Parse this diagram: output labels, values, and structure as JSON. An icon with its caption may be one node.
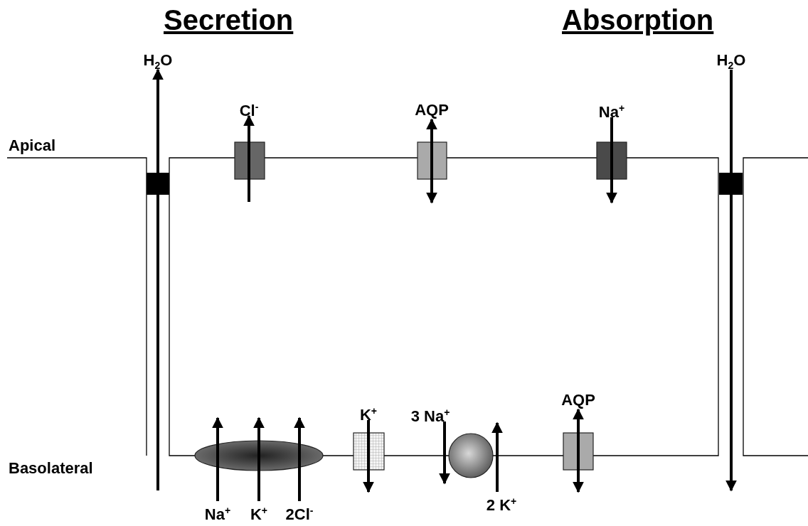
{
  "diagram": {
    "nodes": [
      {
        "text": [
          "H$_{2}$O"
        ]
      },
      {
        "text": [
          "Cl$^{-}$"
        ]
      },
      {
        "text": [
          "AQP"
        ]
      },
      {
        "text": [
          "Na$^{+}$"
        ]
      },
      {
        "text": [
          "H$_{2}$O"
        ]
      },
      {
        "text": [
          "Na$^{+}$"
        ]
      },
      {
        "text": [
          "K$^{+}$"
        ]
      },
      {
        "text": [
          "2Cl$^{-}$"
        ]
      },
      {
        "text": [
          "K$^{+}$"
        ]
      },
      {
        "text": [
          "3 Na$^{+}$"
        ]
      },
      {
        "text": [
          "2 K$^{+}$"
        ]
      },
      {
        "text": [
          "AQP"
        ]
      }
    ],
    "edges": [
      {
        "from": null,
        "to": 0,
        "arrow": "to"
      },
      {
        "from": null,
        "to": 1,
        "arrow": "to"
      },
      {
        "from": null,
        "to": 2,
        "arrow": "both"
      },
      {
        "from": 3,
        "to": null,
        "arrow": "to"
      },
      {
        "from": 4,
        "to": null,
        "arrow": "to"
      },
      {
        "from": 5,
        "to": null,
        "arrow": "to"
      },
      {
        "from": 6,
        "to": null,
        "arrow": "to"
      },
      {
        "from": 7,
        "to": null,
        "arrow": "to"
      },
      {
        "from": 8,
        "to": null,
        "arrow": "to"
      },
      {
        "from": 9,
        "to": null,
        "arrow": "to"
      },
      {
        "from": 10,
        "to": null,
        "arrow": "to"
      },
      {
        "from": null,
        "to": 11,
        "arrow": "both"
      }
    ],
    "labels": [
      "Secretion",
      "Absorption",
      "Apical",
      "Basolateral"
    ]
  }
}
